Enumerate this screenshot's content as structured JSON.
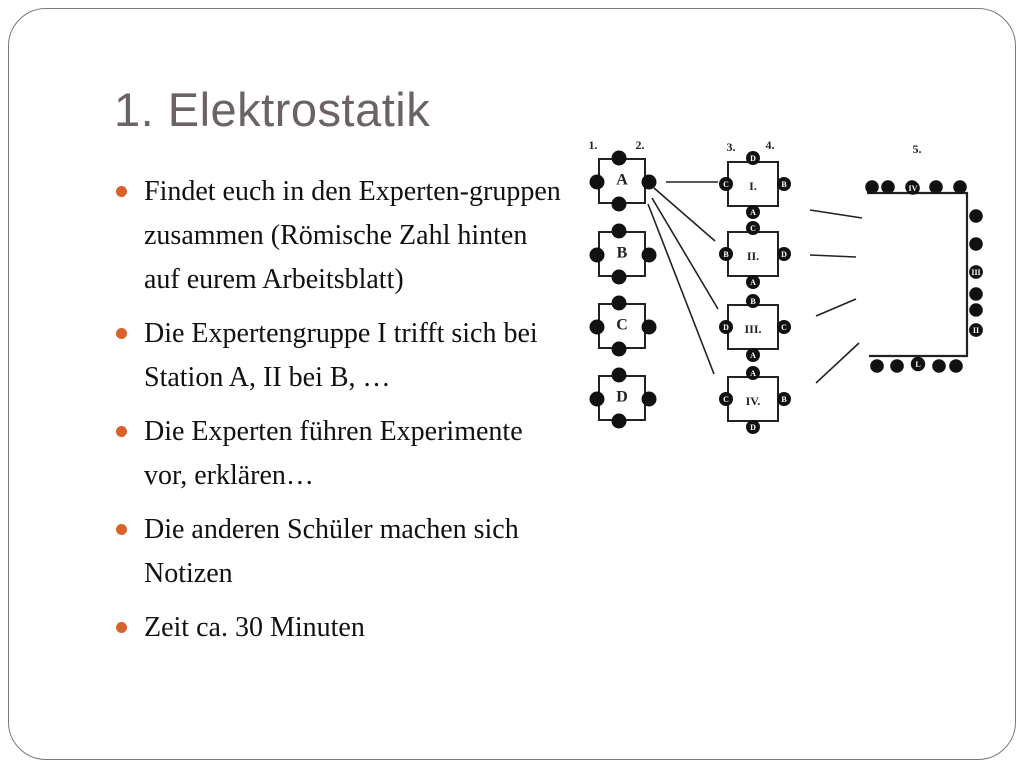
{
  "slide": {
    "title": "1. Elektrostatik",
    "bullets": [
      "Findet euch in den Experten-gruppen zusammen (Römische Zahl hinten auf eurem Arbeitsblatt)",
      "Die Expertengruppe I trifft sich bei Station A, II bei B, …",
      "Die Experten führen Experimente vor, erklären…",
      "Die anderen Schüler machen sich Notizen",
      "Zeit ca. 30 Minuten"
    ],
    "bullet_color": "#d9622b"
  },
  "diagram": {
    "step_labels": [
      "1.",
      "2.",
      "3.",
      "4.",
      "5."
    ],
    "stations": [
      "A",
      "B",
      "C",
      "D"
    ],
    "expert_groups": [
      "I.",
      "II.",
      "III.",
      "IV."
    ],
    "group_seat_letters": [
      {
        "top": "D",
        "left": "C",
        "right": "B",
        "bottom": "A"
      },
      {
        "top": "C",
        "left": "B",
        "right": "D",
        "bottom": "A"
      },
      {
        "top": "B",
        "left": "D",
        "right": "C",
        "bottom": "A"
      },
      {
        "top": "A",
        "left": "C",
        "right": "B",
        "bottom": "D"
      }
    ],
    "classroom_seat_labels": [
      "IV",
      "III",
      "II",
      "L"
    ]
  }
}
